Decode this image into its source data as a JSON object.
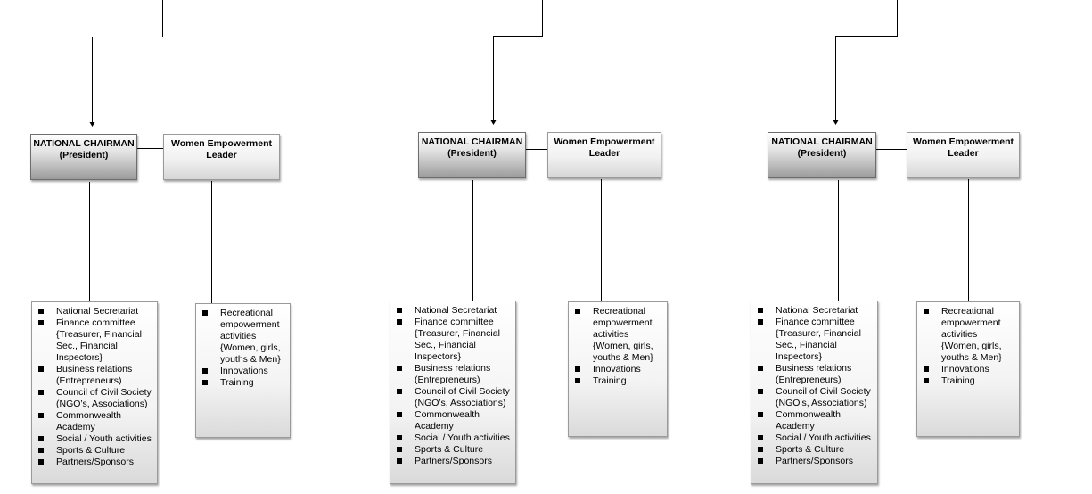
{
  "groups": [
    {
      "chairman": {
        "line1": "NATIONAL CHAIRMAN",
        "line2": "(President)"
      },
      "leader": {
        "line1": "Women Empowerment",
        "line2": "Leader"
      },
      "chairman_items": [
        "National Secretariat",
        "Finance committee {Treasurer, Financial Sec., Financial Inspectors}",
        "Business relations (Entrepreneurs)",
        "Council of Civil Society (NGO’s, Associations)",
        "Commonwealth Academy",
        "Social / Youth activities",
        "Sports & Culture",
        "Partners/Sponsors"
      ],
      "leader_items": [
        "Recreational empowerment activities {Women, girls, youths & Men}",
        "Innovations",
        "Training"
      ]
    },
    {
      "chairman": {
        "line1": "NATIONAL CHAIRMAN",
        "line2": "(President)"
      },
      "leader": {
        "line1": "Women Empowerment",
        "line2": "Leader"
      },
      "chairman_items": [
        "National Secretariat",
        "Finance committee {Treasurer, Financial Sec., Financial Inspectors}",
        "Business relations (Entrepreneurs)",
        "Council of Civil Society (NGO’s, Associations)",
        "Commonwealth Academy",
        "Social / Youth activities",
        "Sports & Culture",
        "Partners/Sponsors"
      ],
      "leader_items": [
        "Recreational empowerment activities {Women, girls, youths & Men}",
        "Innovations",
        "Training"
      ]
    },
    {
      "chairman": {
        "line1": "NATIONAL CHAIRMAN",
        "line2": "(President)"
      },
      "leader": {
        "line1": "Women Empowerment",
        "line2": "Leader"
      },
      "chairman_items": [
        "National Secretariat",
        "Finance committee {Treasurer, Financial Sec., Financial Inspectors}",
        "Business relations (Entrepreneurs)",
        "Council of Civil Society (NGO’s, Associations)",
        "Commonwealth Academy",
        "Social / Youth activities",
        "Sports & Culture",
        "Partners/Sponsors"
      ],
      "leader_items": [
        "Recreational empowerment activities {Women, girls, youths & Men}",
        "Innovations",
        "Training"
      ]
    }
  ]
}
